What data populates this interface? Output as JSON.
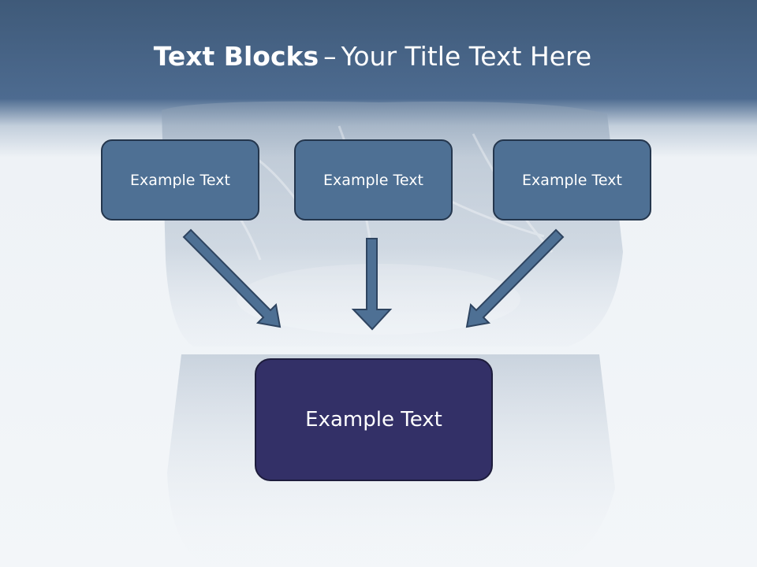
{
  "title": {
    "strong": "Text Blocks",
    "separator": "–",
    "rest": "Your Title Text Here"
  },
  "boxes": {
    "top": [
      "Example Text",
      "Example Text",
      "Example Text"
    ],
    "main": "Example Text"
  },
  "colors": {
    "header": "#4d6b90",
    "box_fill": "#4e7094",
    "box_border": "#24364d",
    "main_fill": "#333067",
    "arrow_fill": "#4e7094",
    "arrow_stroke": "#2e4460"
  }
}
